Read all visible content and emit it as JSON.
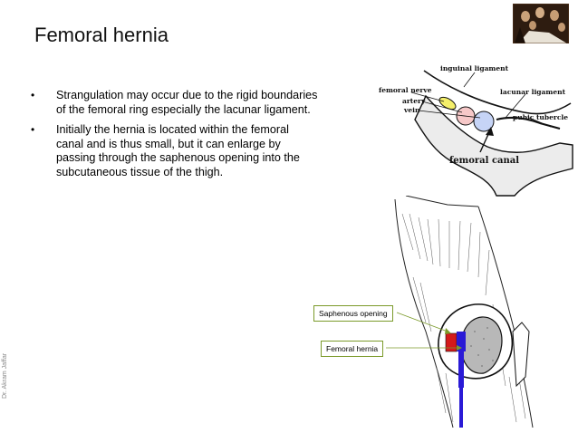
{
  "slide": {
    "title": "Femoral hernia",
    "bullets": [
      {
        "marker": "•",
        "text": "Strangulation may occur due to the rigid boundaries of the femoral ring especially the lacunar ligament."
      },
      {
        "marker": "•",
        "text": "Initially the hernia is located within the femoral canal and is thus small, but it can enlarge by passing through the saphenous opening into the subcutaneous tissue of the thigh."
      }
    ],
    "author": "Dr. Akram Jaffar"
  },
  "diagram_top": {
    "labels": {
      "inguinal_ligament": "inguinal ligament",
      "femoral_nerve": "femoral nerve",
      "artery": "artery",
      "vein": "vein",
      "lacunar_ligament": "lacunar ligament",
      "pubic_tubercle": "pubic tubercle",
      "femoral_canal": "femoral canal"
    }
  },
  "diagram_bottom": {
    "callouts": {
      "saphenous_opening": "Saphenous opening",
      "femoral_hernia": "Femoral hernia"
    },
    "colors": {
      "callout_border": "#7b9a2a",
      "vessel_blue": "#2a1ad6",
      "vessel_red": "#d41a1a"
    }
  }
}
